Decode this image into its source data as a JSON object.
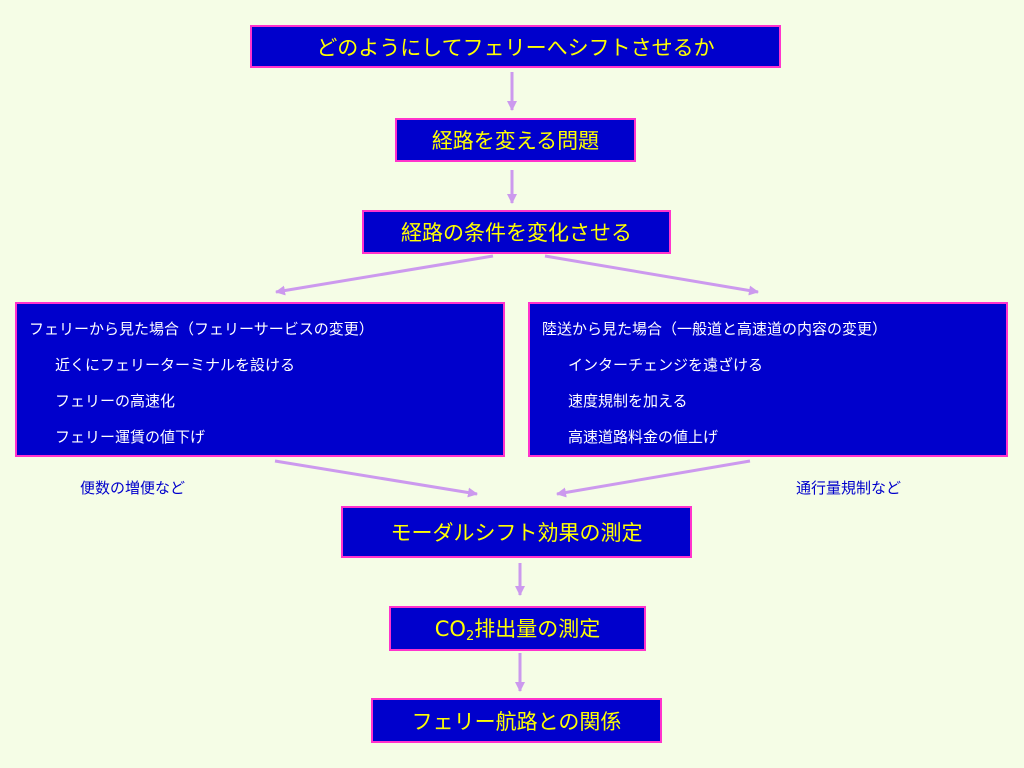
{
  "nodes": {
    "how_to_shift": "どのようにしてフェリーへシフトさせるか",
    "route_change_problem": "経路を変える問題",
    "change_route_conditions": "経路の条件を変化させる",
    "modal_shift_measure": "モーダルシフト効果の測定",
    "co2_prefix": "CO",
    "co2_sub": "2",
    "co2_suffix": "排出量の測定",
    "ferry_route_relation": "フェリー航路との関係"
  },
  "ferry_view": {
    "title": "フェリーから見た場合（フェリーサービスの変更）",
    "items": [
      "近くにフェリーターミナルを設ける",
      "フェリーの高速化",
      "フェリー運賃の値下げ"
    ]
  },
  "land_view": {
    "title": "陸送から見た場合（一般道と高速道の内容の変更）",
    "items": [
      "インターチェンジを遠ざける",
      "速度規制を加える",
      "高速道路料金の値上げ"
    ]
  },
  "notes": {
    "left": "便数の増便など",
    "right": "通行量規制など"
  },
  "colors": {
    "background": "#f5fde6",
    "box_fill": "#0000cc",
    "box_border": "#ff33cc",
    "box_text": "#ffff00",
    "arrow": "#cc99ee"
  }
}
